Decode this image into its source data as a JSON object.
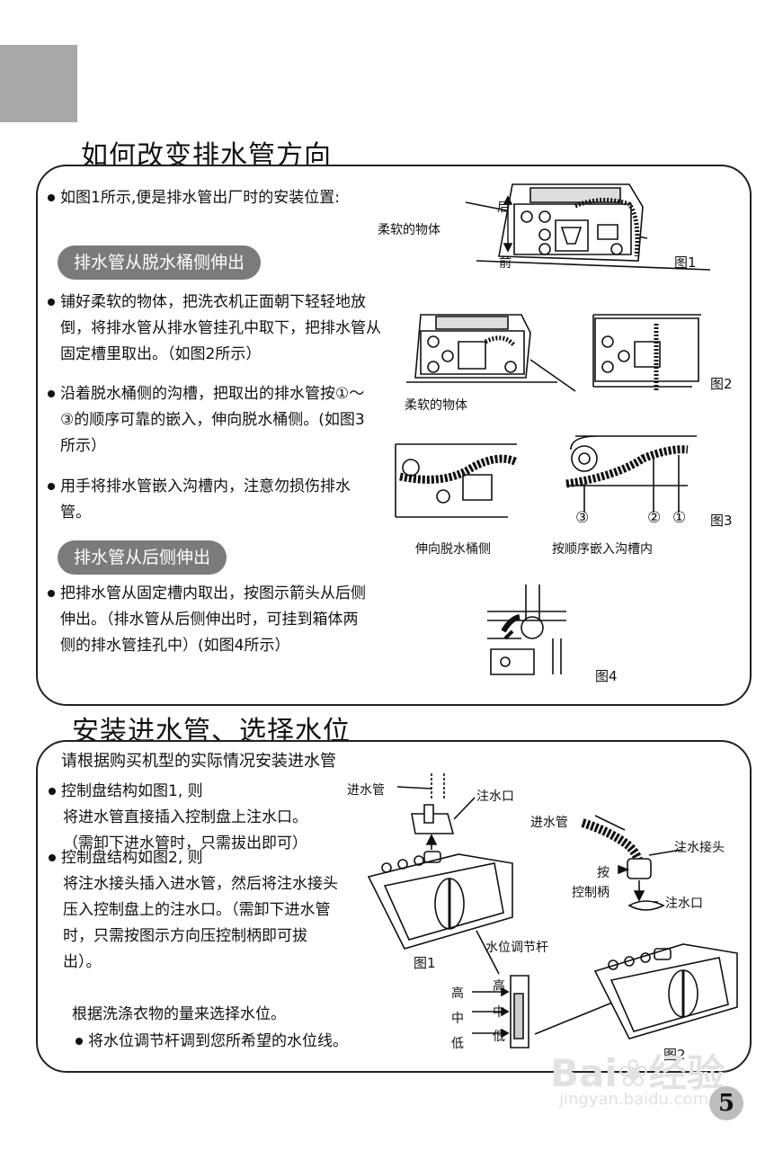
{
  "section1": {
    "title": "如何改变排水管方向",
    "intro": "如图1所示,便是排水管出厂时的安装位置:",
    "pill_side": "排水管从脱水桶侧伸出",
    "bullet_lay": "铺好柔软的物体，把洗衣机正面朝下轻轻地放倒，将排水管从排水管挂孔中取下，把排水管从固定槽里取出。（如图2所示）",
    "bullet_groove": "沿着脱水桶侧的沟槽，把取出的排水管按①～③的顺序可靠的嵌入，伸向脱水桶侧。(如图3所示）",
    "bullet_press": "用手将排水管嵌入沟槽内，注意勿损伤排水管。",
    "pill_back": "排水管从后侧伸出",
    "bullet_back": "把排水管从固定槽内取出，按图示箭头从后侧伸出。（排水管从后侧伸出时，可挂到箱体两侧的排水管挂孔中）(如图4所示）",
    "fig1": {
      "label_soft": "柔软的物体",
      "label_back": "后",
      "label_front": "前",
      "caption": "图1"
    },
    "fig2": {
      "label_soft": "柔软的物体",
      "caption": "图2"
    },
    "fig3": {
      "label_left": "伸向脱水桶侧",
      "label_right": "按顺序嵌入沟槽内",
      "num3": "③",
      "num2": "②",
      "num1": "①",
      "caption": "图3"
    },
    "fig4": {
      "caption": "图4"
    }
  },
  "section2": {
    "title": "安装进水管、选择水位",
    "heading": "请根据购买机型的实际情况安装进水管",
    "item1_line1": "控制盘结构如图1, 则",
    "item1_line2": "将进水管直接插入控制盘上注水口。",
    "item1_line3": "（需卸下进水管时，只需拔出即可）",
    "item2_line1": "控制盘结构如图2, 则",
    "item2_body": "将注水接头插入进水管，然后将注水接头压入控制盘上的注水口。（需卸下进水管时，只需按图示方向压控制柄即可拔出）。",
    "water_level_intro": "根据洗涤衣物的量来选择水位。",
    "water_level_bullet": "将水位调节杆调到您所希望的水位线。",
    "diagram": {
      "inlet_pipe_1": "进水管",
      "inlet_port_1": "注水口",
      "inlet_pipe_2": "进水管",
      "connector": "注水接头",
      "press": "按",
      "handle": "控制柄",
      "inlet_port_2": "注水口",
      "lever": "水位调节杆",
      "high_out": "高",
      "mid_out": "中",
      "low_out": "低",
      "high_in": "高",
      "mid_in": "中",
      "low_in": "低",
      "caption1": "图1",
      "caption2": "图2"
    }
  },
  "page_number": "5",
  "watermark": {
    "brand": "Bai",
    "suffix": "经验",
    "url": "jingyan.baidu.com"
  }
}
